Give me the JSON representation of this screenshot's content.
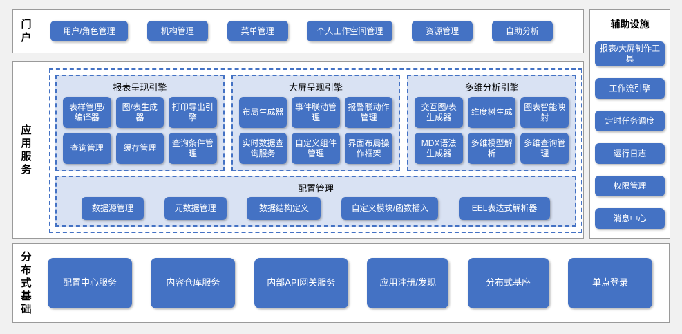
{
  "colors": {
    "button_blue": "#4472c4",
    "group_background": "#d9e2f3",
    "dashed_border": "#4472c4",
    "panel_border": "#9a9a9a",
    "page_background": "#f1f1f1"
  },
  "portal": {
    "label": "门户",
    "items": [
      "用户/角色管理",
      "机构管理",
      "菜单管理",
      "个人工作空间管理",
      "资源管理",
      "自助分析"
    ]
  },
  "app_services": {
    "label": "应用服务",
    "engines": [
      {
        "title": "报表呈现引擎",
        "items": [
          "表样管理/编译器",
          "图/表生成器",
          "打印导出引擎",
          "查询管理",
          "缓存管理",
          "查询条件管理"
        ]
      },
      {
        "title": "大屏呈现引擎",
        "items": [
          "布局生成器",
          "事件联动管理",
          "报警联动作管理",
          "实时数据查询服务",
          "自定义组件管理",
          "界面布局操作框架"
        ]
      },
      {
        "title": "多维分析引擎",
        "items": [
          "交互图/表生成器",
          "维度树生成",
          "图表智能映射",
          "MDX语法生成器",
          "多维模型解析",
          "多维查询管理"
        ]
      }
    ],
    "config": {
      "title": "配置管理",
      "items": [
        "数据源管理",
        "元数据管理",
        "数据结构定义",
        "自定义模块/函数插入",
        "EEL表达式解析器"
      ]
    }
  },
  "distributed": {
    "label": "分布式基础",
    "items": [
      "配置中心服务",
      "内容仓库服务",
      "内部API网关服务",
      "应用注册/发现",
      "分布式基座",
      "单点登录"
    ]
  },
  "auxiliary": {
    "title": "辅助设施",
    "items": [
      "报表/大屏制作工具",
      "工作流引擎",
      "定时任务调度",
      "运行日志",
      "权限管理",
      "消息中心"
    ]
  }
}
